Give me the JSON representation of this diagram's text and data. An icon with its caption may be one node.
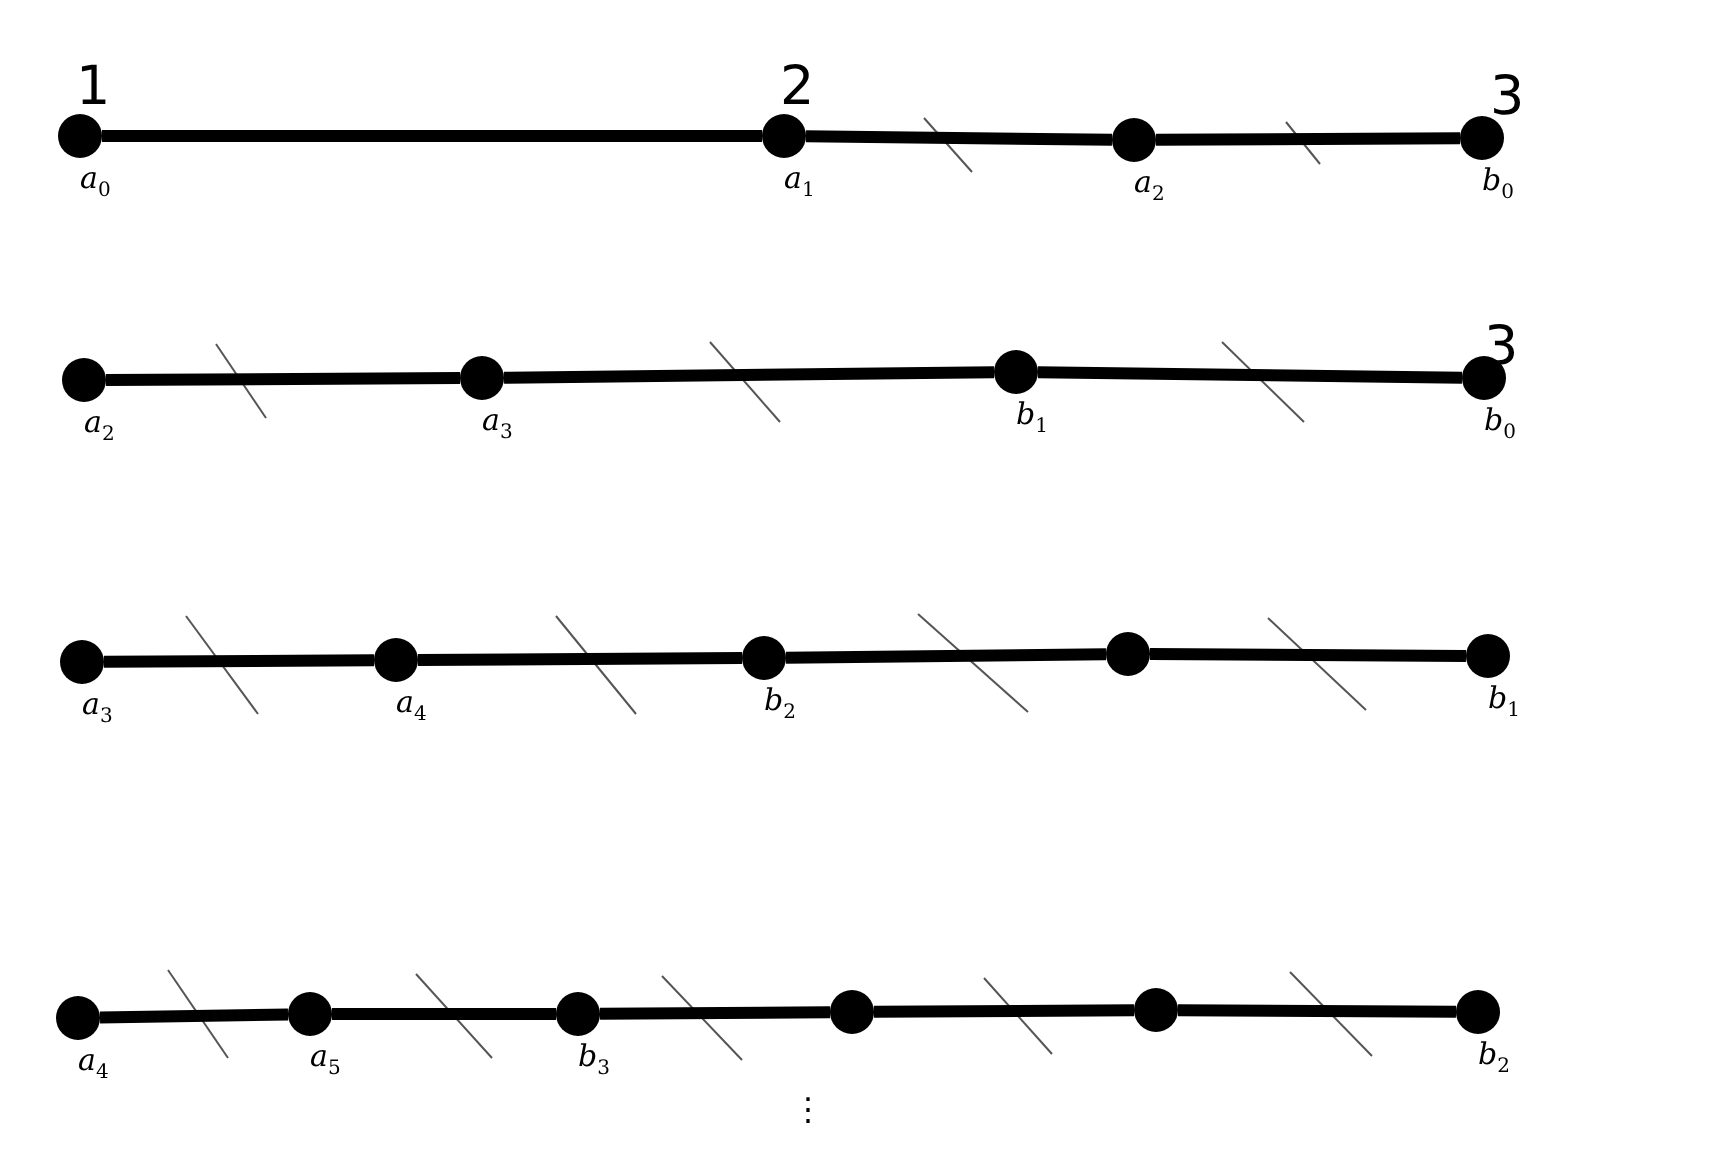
{
  "diagram": {
    "nodes": [
      {
        "text": [],
        "shape": "circle",
        "beside": [
          "1",
          "*a*$_{0}$"
        ]
      },
      {
        "text": [],
        "shape": "circle",
        "beside": [
          "2",
          "*a*$_{1}$"
        ]
      },
      {
        "text": [],
        "shape": "circle",
        "beside": [
          "*a*$_{2}$"
        ]
      },
      {
        "text": [],
        "shape": "circle",
        "beside": [
          "3",
          "*b*$_{0}$"
        ]
      },
      {
        "text": [],
        "shape": "circle",
        "beside": [
          "*a*$_{2}$"
        ]
      },
      {
        "text": [],
        "shape": "circle",
        "beside": [
          "*a*$_{3}$"
        ]
      },
      {
        "text": [],
        "shape": "circle",
        "beside": [
          "*b*$_{1}$"
        ]
      },
      {
        "text": [],
        "shape": "circle",
        "beside": [
          "3",
          "*b*$_{0}$"
        ]
      },
      {
        "text": [],
        "shape": "circle",
        "beside": [
          "*a*$_{3}$"
        ]
      },
      {
        "text": [],
        "shape": "circle",
        "beside": [
          "*a*$_{4}$"
        ]
      },
      {
        "text": [],
        "shape": "circle",
        "beside": [
          "*b*$_{2}$"
        ]
      },
      {
        "text": [],
        "shape": "circle"
      },
      {
        "text": [],
        "shape": "circle",
        "beside": [
          "*b*$_{1}$"
        ]
      },
      {
        "text": [],
        "shape": "circle",
        "beside": [
          "*a*$_{4}$"
        ]
      },
      {
        "text": [],
        "shape": "circle",
        "beside": [
          "*a*$_{5}$"
        ]
      },
      {
        "text": [],
        "shape": "circle",
        "beside": [
          "*b*$_{3}$"
        ]
      },
      {
        "text": [],
        "shape": "circle"
      },
      {
        "text": [],
        "shape": "circle"
      },
      {
        "text": [],
        "shape": "circle",
        "beside": [
          "*b*$_{2}$"
        ]
      }
    ],
    "edges": [
      {
        "from": 0,
        "to": 1,
        "arrow": "none"
      },
      {
        "from": 1,
        "to": 2,
        "arrow": "none"
      },
      {
        "from": 2,
        "to": 3,
        "arrow": "none"
      },
      {
        "from": 4,
        "to": 5,
        "arrow": "none"
      },
      {
        "from": 5,
        "to": 6,
        "arrow": "none"
      },
      {
        "from": 6,
        "to": 7,
        "arrow": "none"
      },
      {
        "from": 8,
        "to": 9,
        "arrow": "none"
      },
      {
        "from": 9,
        "to": 10,
        "arrow": "none"
      },
      {
        "from": 10,
        "to": 11,
        "arrow": "none"
      },
      {
        "from": 11,
        "to": 12,
        "arrow": "none"
      },
      {
        "from": 13,
        "to": 14,
        "arrow": "none"
      },
      {
        "from": 14,
        "to": 15,
        "arrow": "none"
      },
      {
        "from": 15,
        "to": 16,
        "arrow": "none"
      },
      {
        "from": 16,
        "to": 17,
        "arrow": "none"
      },
      {
        "from": 17,
        "to": 18,
        "arrow": "none"
      }
    ],
    "labels": [
      "⋮"
    ]
  }
}
